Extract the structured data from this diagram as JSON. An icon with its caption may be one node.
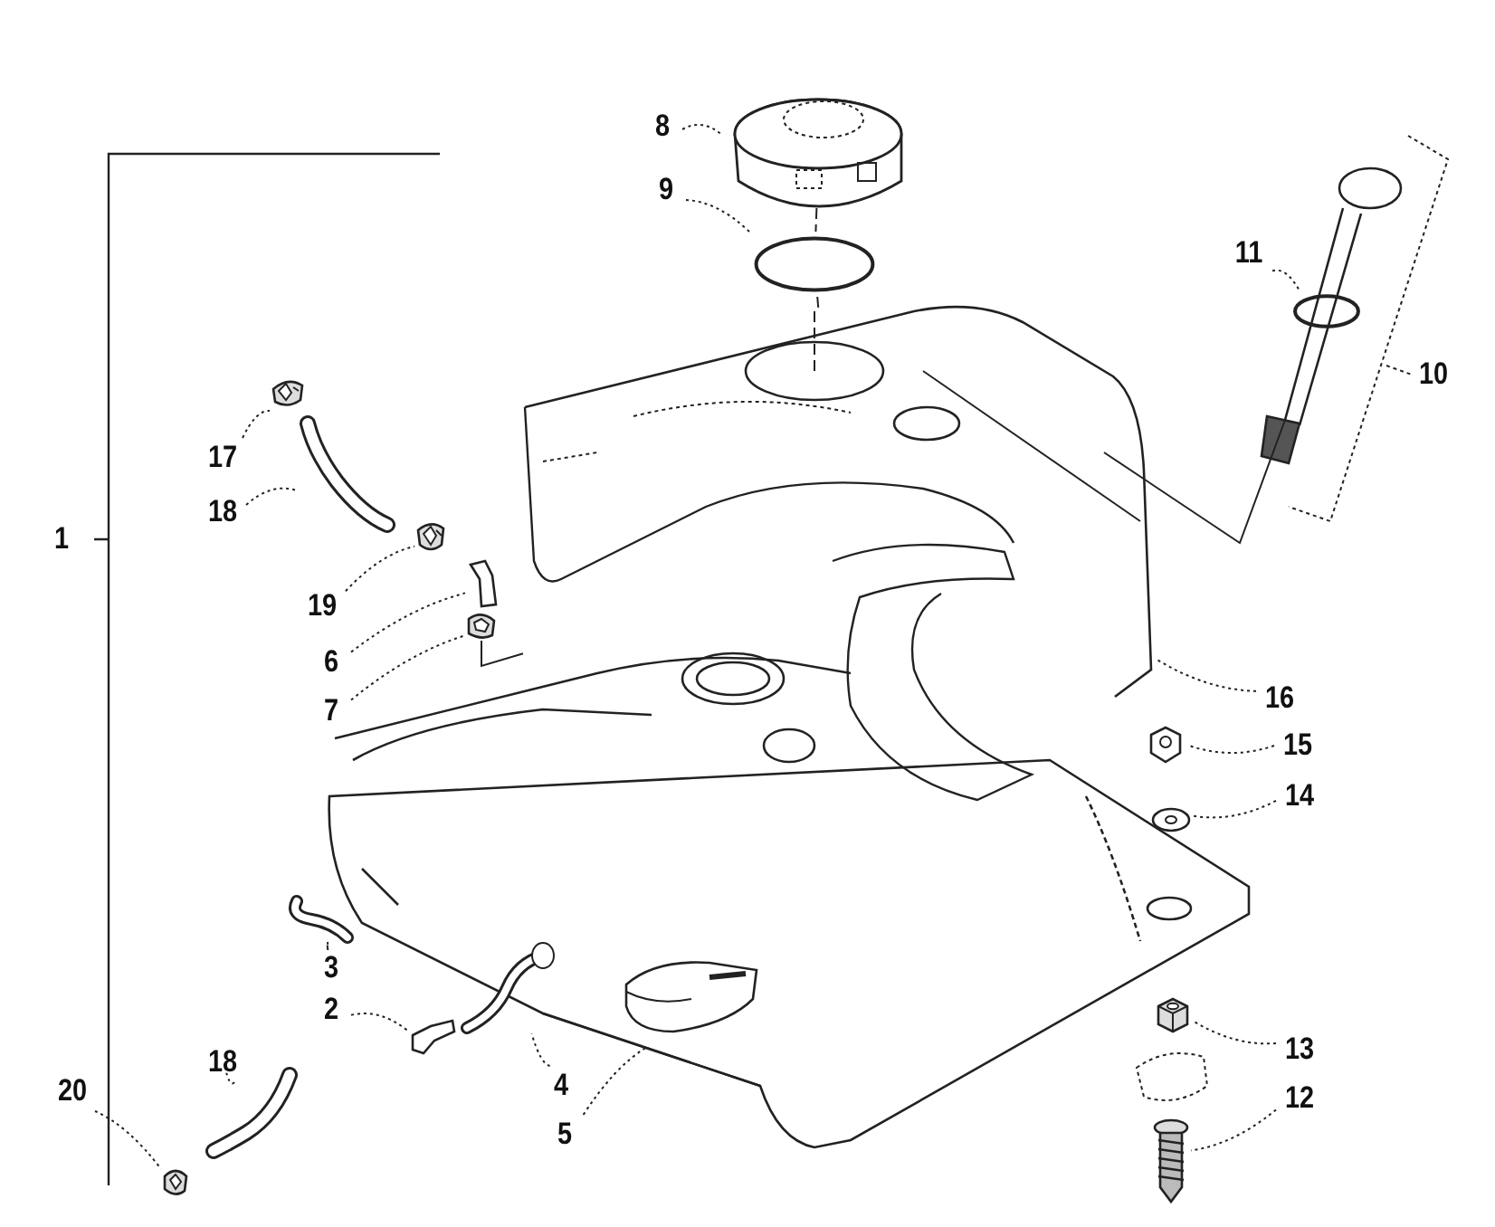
{
  "diagram": {
    "nodes": [
      {
        "text": [
          "8"
        ]
      },
      {
        "text": [],
        "shape": "picture"
      },
      {
        "text": [
          "9"
        ]
      },
      {
        "text": [],
        "shape": "circle"
      },
      {
        "text": [
          "11"
        ]
      },
      {
        "text": [],
        "shape": "circle"
      },
      {
        "text": [
          "17"
        ]
      },
      {
        "text": [],
        "shape": "picture"
      },
      {
        "text": [
          "18"
        ]
      },
      {
        "text": [],
        "shape": "picture"
      },
      {
        "text": [
          "19"
        ]
      },
      {
        "text": [],
        "shape": "picture"
      },
      {
        "text": [
          "6"
        ]
      },
      {
        "text": [],
        "shape": "picture"
      },
      {
        "text": [
          "7"
        ]
      },
      {
        "text": [],
        "shape": "picture"
      },
      {
        "text": [
          "16"
        ]
      },
      {
        "text": [],
        "shape": "picture"
      },
      {
        "text": [
          "15"
        ]
      },
      {
        "text": [],
        "shape": "picture"
      },
      {
        "text": [
          "14"
        ]
      },
      {
        "text": [],
        "shape": "picture"
      },
      {
        "text": [
          "3"
        ]
      },
      {
        "text": [],
        "shape": "picture"
      },
      {
        "text": [
          "2"
        ]
      },
      {
        "text": [],
        "shape": "picture"
      },
      {
        "text": [
          "13"
        ]
      },
      {
        "text": [],
        "shape": "picture"
      },
      {
        "text": [
          "18"
        ]
      },
      {
        "text": [],
        "shape": "picture"
      },
      {
        "text": [
          "4"
        ]
      },
      {
        "text": [],
        "shape": "picture"
      },
      {
        "text": [
          "12"
        ]
      },
      {
        "text": [],
        "shape": "picture"
      },
      {
        "text": [
          "20"
        ]
      },
      {
        "text": [],
        "shape": "picture"
      },
      {
        "text": [
          "5"
        ]
      },
      {
        "text": [],
        "shape": "picture"
      }
    ],
    "edges": [
      {
        "from": 0,
        "to": 1,
        "arrow": "none",
        "style": "dashed"
      },
      {
        "from": 2,
        "to": 3,
        "arrow": "none",
        "style": "dashed"
      },
      {
        "from": 4,
        "to": 5,
        "arrow": "none",
        "style": "dashed"
      },
      {
        "from": 6,
        "to": 7,
        "arrow": "none",
        "style": "dashed"
      },
      {
        "from": 8,
        "to": 9,
        "arrow": "none",
        "style": "dashed"
      },
      {
        "from": 10,
        "to": 11,
        "arrow": "none",
        "style": "dashed"
      },
      {
        "from": 12,
        "to": 13,
        "arrow": "none",
        "style": "dashed"
      },
      {
        "from": 14,
        "to": 15,
        "arrow": "none",
        "style": "dashed"
      },
      {
        "from": 16,
        "to": 17,
        "arrow": "none",
        "style": "dashed"
      },
      {
        "from": 18,
        "to": 19,
        "arrow": "none",
        "style": "dashed"
      },
      {
        "from": 20,
        "to": 21,
        "arrow": "none",
        "style": "dashed"
      },
      {
        "from": 22,
        "to": 23,
        "arrow": "none",
        "style": "dashed"
      },
      {
        "from": 24,
        "to": 25,
        "arrow": "none",
        "style": "dashed"
      },
      {
        "from": 26,
        "to": 27,
        "arrow": "none",
        "style": "dashed"
      },
      {
        "from": 28,
        "to": 29,
        "arrow": "none",
        "style": "dashed"
      },
      {
        "from": 30,
        "to": 31,
        "arrow": "none",
        "style": "dashed"
      },
      {
        "from": 32,
        "to": 33,
        "arrow": "none",
        "style": "dashed"
      },
      {
        "from": 34,
        "to": 35,
        "arrow": "none",
        "style": "dashed"
      },
      {
        "from": 36,
        "to": 37,
        "arrow": "none",
        "style": "dashed"
      },
      {
        "from": 1,
        "to": 3,
        "arrow": "none",
        "style": "dashed"
      },
      {
        "from": 3,
        "to": 17,
        "arrow": "none",
        "style": "dashed"
      },
      {
        "from": 15,
        "to": 17,
        "arrow": "none"
      }
    ],
    "labels": [
      "1",
      "10"
    ]
  }
}
